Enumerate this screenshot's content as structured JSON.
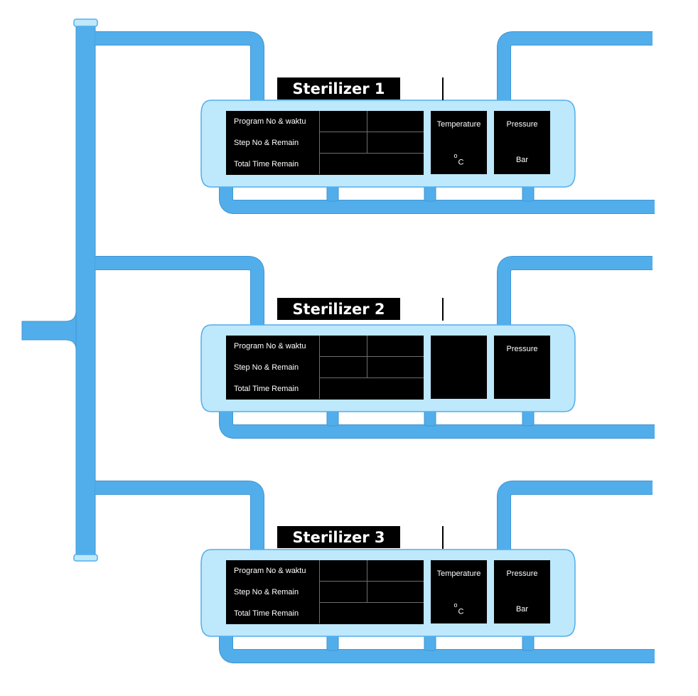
{
  "colors": {
    "pipe": "#52AEEB",
    "pipe_stroke": "#3F95D3",
    "tank": "#BEE8FB",
    "tank_stroke": "#52AEEB",
    "panel": "#000000",
    "text": "#ffffff",
    "divider": "#6e6e6e"
  },
  "sterilizers": [
    {
      "title": "Sterilizer 1",
      "rows": [
        "Program No & waktu",
        "Step No & Remain",
        "Total Time Remain"
      ],
      "temperature": {
        "label": "Temperature",
        "unit_sup": "o",
        "unit": "C"
      },
      "pressure": {
        "label": "Pressure",
        "unit": "Bar"
      }
    },
    {
      "title": "Sterilizer 2",
      "rows": [
        "Program No & waktu",
        "Step No & Remain",
        "Total Time Remain"
      ],
      "temperature": {
        "label": "",
        "unit_sup": "",
        "unit": ""
      },
      "pressure": {
        "label": "Pressure",
        "unit": ""
      }
    },
    {
      "title": "Sterilizer 3",
      "rows": [
        "Program No & waktu",
        "Step No & Remain",
        "Total Time Remain"
      ],
      "temperature": {
        "label": "Temperature",
        "unit_sup": "o",
        "unit": "C"
      },
      "pressure": {
        "label": "Pressure",
        "unit": "Bar"
      }
    }
  ]
}
